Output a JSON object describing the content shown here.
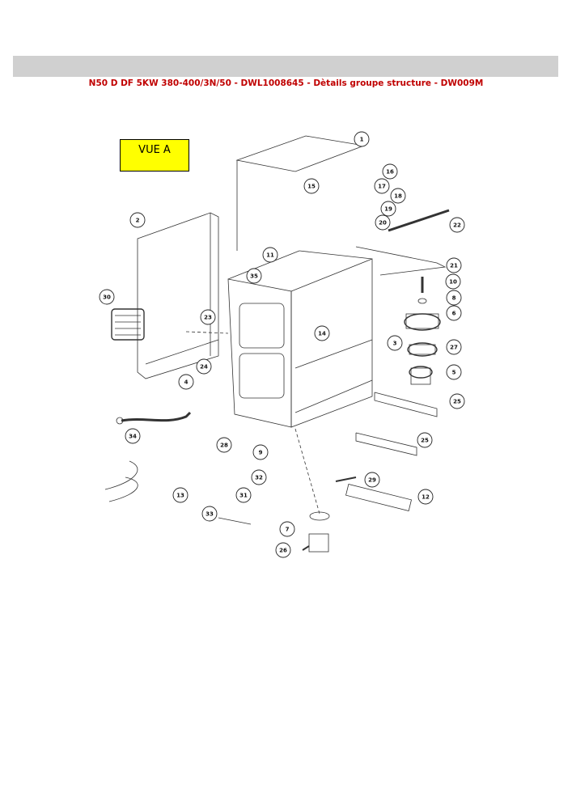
{
  "page": {
    "title": "N50 D DF 5KW 380-400/3N/50 - DWL1008645 - Dètails groupe structure - DW009M",
    "view_label": "VUE A",
    "accent_color": "#c00000",
    "header_bar_color": "#d0d0d0",
    "view_box_color": "#ffff00"
  },
  "callouts": [
    {
      "label": "1"
    },
    {
      "label": "16"
    },
    {
      "label": "17"
    },
    {
      "label": "15"
    },
    {
      "label": "18"
    },
    {
      "label": "19"
    },
    {
      "label": "20"
    },
    {
      "label": "22"
    },
    {
      "label": "2"
    },
    {
      "label": "21"
    },
    {
      "label": "11"
    },
    {
      "label": "35"
    },
    {
      "label": "10"
    },
    {
      "label": "8"
    },
    {
      "label": "30"
    },
    {
      "label": "6"
    },
    {
      "label": "23"
    },
    {
      "label": "14"
    },
    {
      "label": "3"
    },
    {
      "label": "27"
    },
    {
      "label": "24"
    },
    {
      "label": "5"
    },
    {
      "label": "4"
    },
    {
      "label": "25"
    },
    {
      "label": "34"
    },
    {
      "label": "25"
    },
    {
      "label": "28"
    },
    {
      "label": "9"
    },
    {
      "label": "29"
    },
    {
      "label": "32"
    },
    {
      "label": "13"
    },
    {
      "label": "31"
    },
    {
      "label": "12"
    },
    {
      "label": "33"
    },
    {
      "label": "7"
    },
    {
      "label": "26"
    }
  ]
}
